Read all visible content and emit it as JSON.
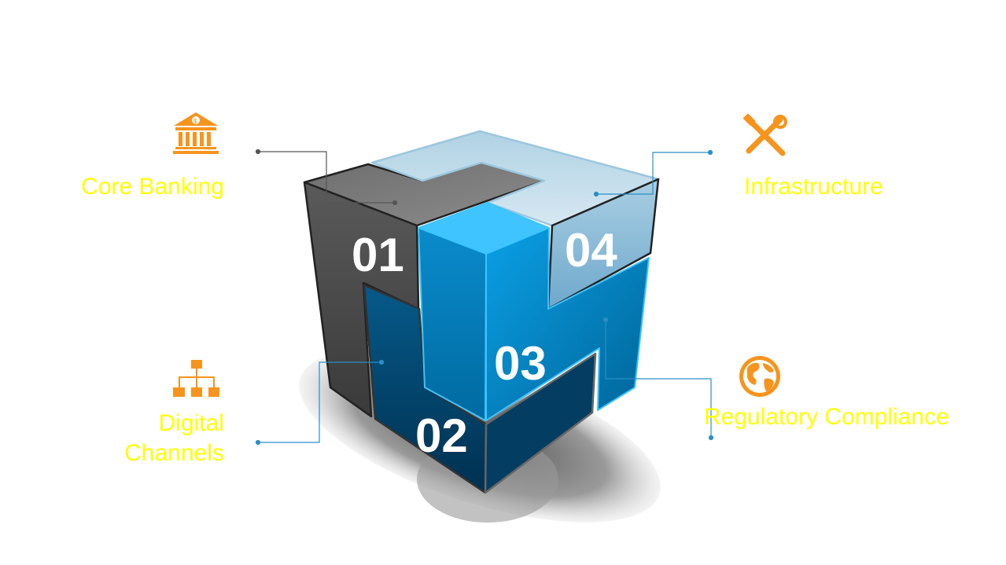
{
  "segments": [
    {
      "number": "01",
      "label": "Core Banking",
      "icon": "bank-icon"
    },
    {
      "number": "02",
      "label_lines": [
        "Digital",
        "Channels"
      ],
      "icon": "org-chart-icon"
    },
    {
      "number": "03",
      "label": "Regulatory Compliance",
      "icon": "globe-icon"
    },
    {
      "number": "04",
      "label": "Infrastructure",
      "icon": "tools-icon"
    }
  ],
  "colors": {
    "label": "#ffff00",
    "icon": "#f7941d",
    "connector_gray": "#555555",
    "connector_blue": "#2a8fc7"
  }
}
